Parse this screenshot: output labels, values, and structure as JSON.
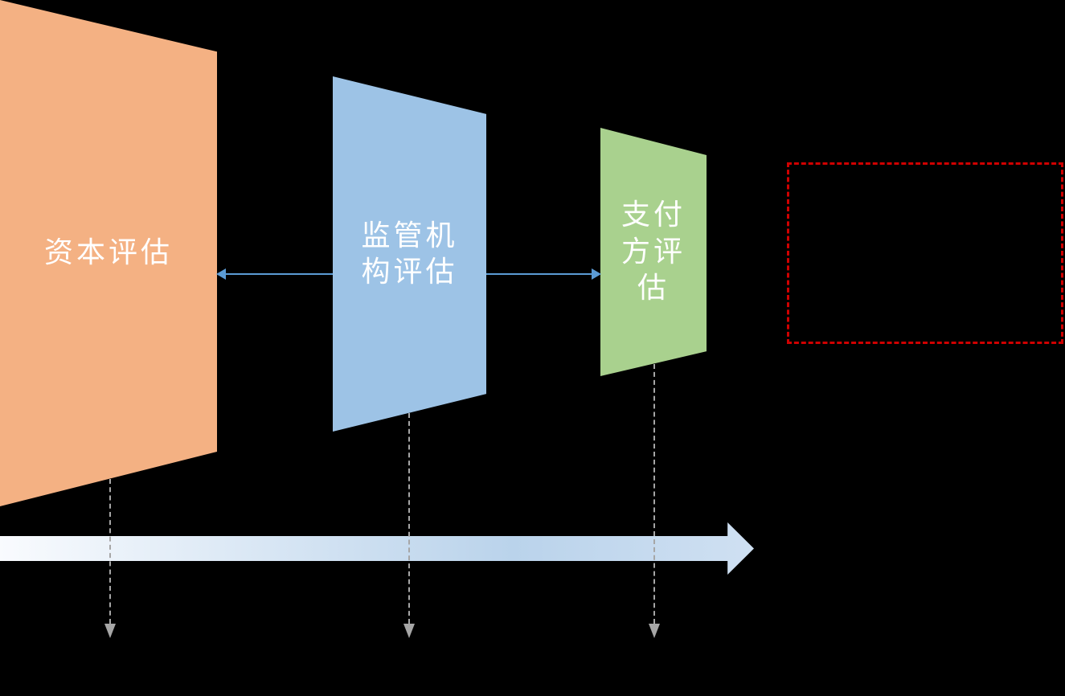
{
  "diagram": {
    "background_color": "#000000",
    "stages": [
      {
        "name": "capital-assessment",
        "label": "资本评估",
        "display": "资本评估",
        "fill": "#F4B183",
        "text_color": "#FFFFFF"
      },
      {
        "name": "regulator-assessment",
        "label": "监管机构评估",
        "display": "监管机\n构评估",
        "fill": "#9DC3E6",
        "text_color": "#FFFFFF"
      },
      {
        "name": "payer-assessment",
        "label": "支付方评估",
        "display": "支付\n方评\n估",
        "fill": "#A9D18E",
        "text_color": "#FFFFFF"
      }
    ],
    "connectors": {
      "color": "#5B9BD5",
      "left_arrow_direction": "left",
      "right_arrow_direction": "right"
    },
    "drop_arrows": {
      "color": "#A6A6A6",
      "line_style": "dashed",
      "direction": "down",
      "count": 3
    },
    "timeline_arrow": {
      "direction": "right",
      "gradient_stops": [
        "#F9FBFE",
        "#BAD3EB",
        "#CFE0F2"
      ]
    },
    "highlight_box": {
      "border_color": "#D00000",
      "border_style": "dashed",
      "content": ""
    }
  }
}
